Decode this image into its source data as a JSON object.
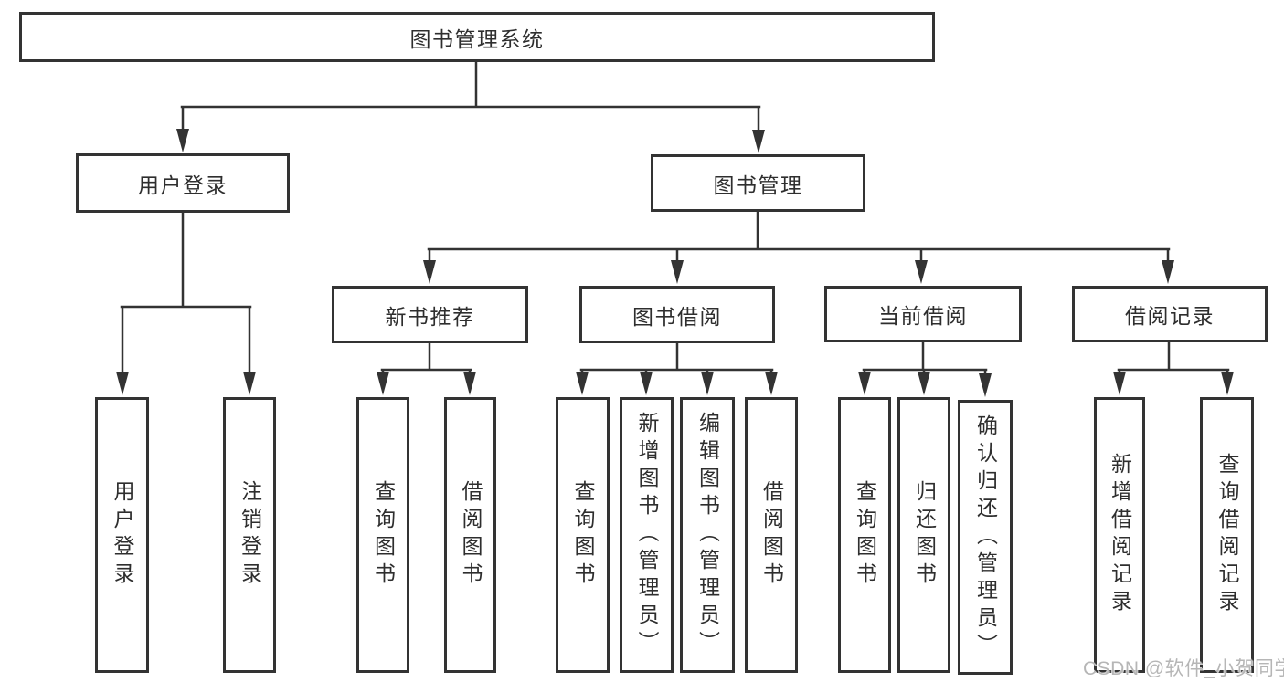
{
  "diagram": {
    "title": "图书管理系统",
    "branches": [
      {
        "label": "用户登录",
        "children": [
          {
            "label": "用户登录"
          },
          {
            "label": "注销登录"
          }
        ]
      },
      {
        "label": "图书管理",
        "children": [
          {
            "label": "新书推荐",
            "children": [
              {
                "label": "查询图书"
              },
              {
                "label": "借阅图书"
              }
            ]
          },
          {
            "label": "图书借阅",
            "children": [
              {
                "label": "查询图书"
              },
              {
                "label": "新增图书（管理员）"
              },
              {
                "label": "编辑图书（管理员）"
              },
              {
                "label": "借阅图书"
              }
            ]
          },
          {
            "label": "当前借阅",
            "children": [
              {
                "label": "查询图书"
              },
              {
                "label": "归还图书"
              },
              {
                "label": "确认归还（管理员）"
              }
            ]
          },
          {
            "label": "借阅记录",
            "children": [
              {
                "label": "新增借阅记录"
              },
              {
                "label": "查询借阅记录"
              }
            ]
          }
        ]
      }
    ]
  },
  "watermark": "CSDN @软件_小贺同学",
  "colors": {
    "line": "#333333",
    "text": "#2e2e2e",
    "watermark": "#b6b6b6",
    "background": "#ffffff"
  }
}
